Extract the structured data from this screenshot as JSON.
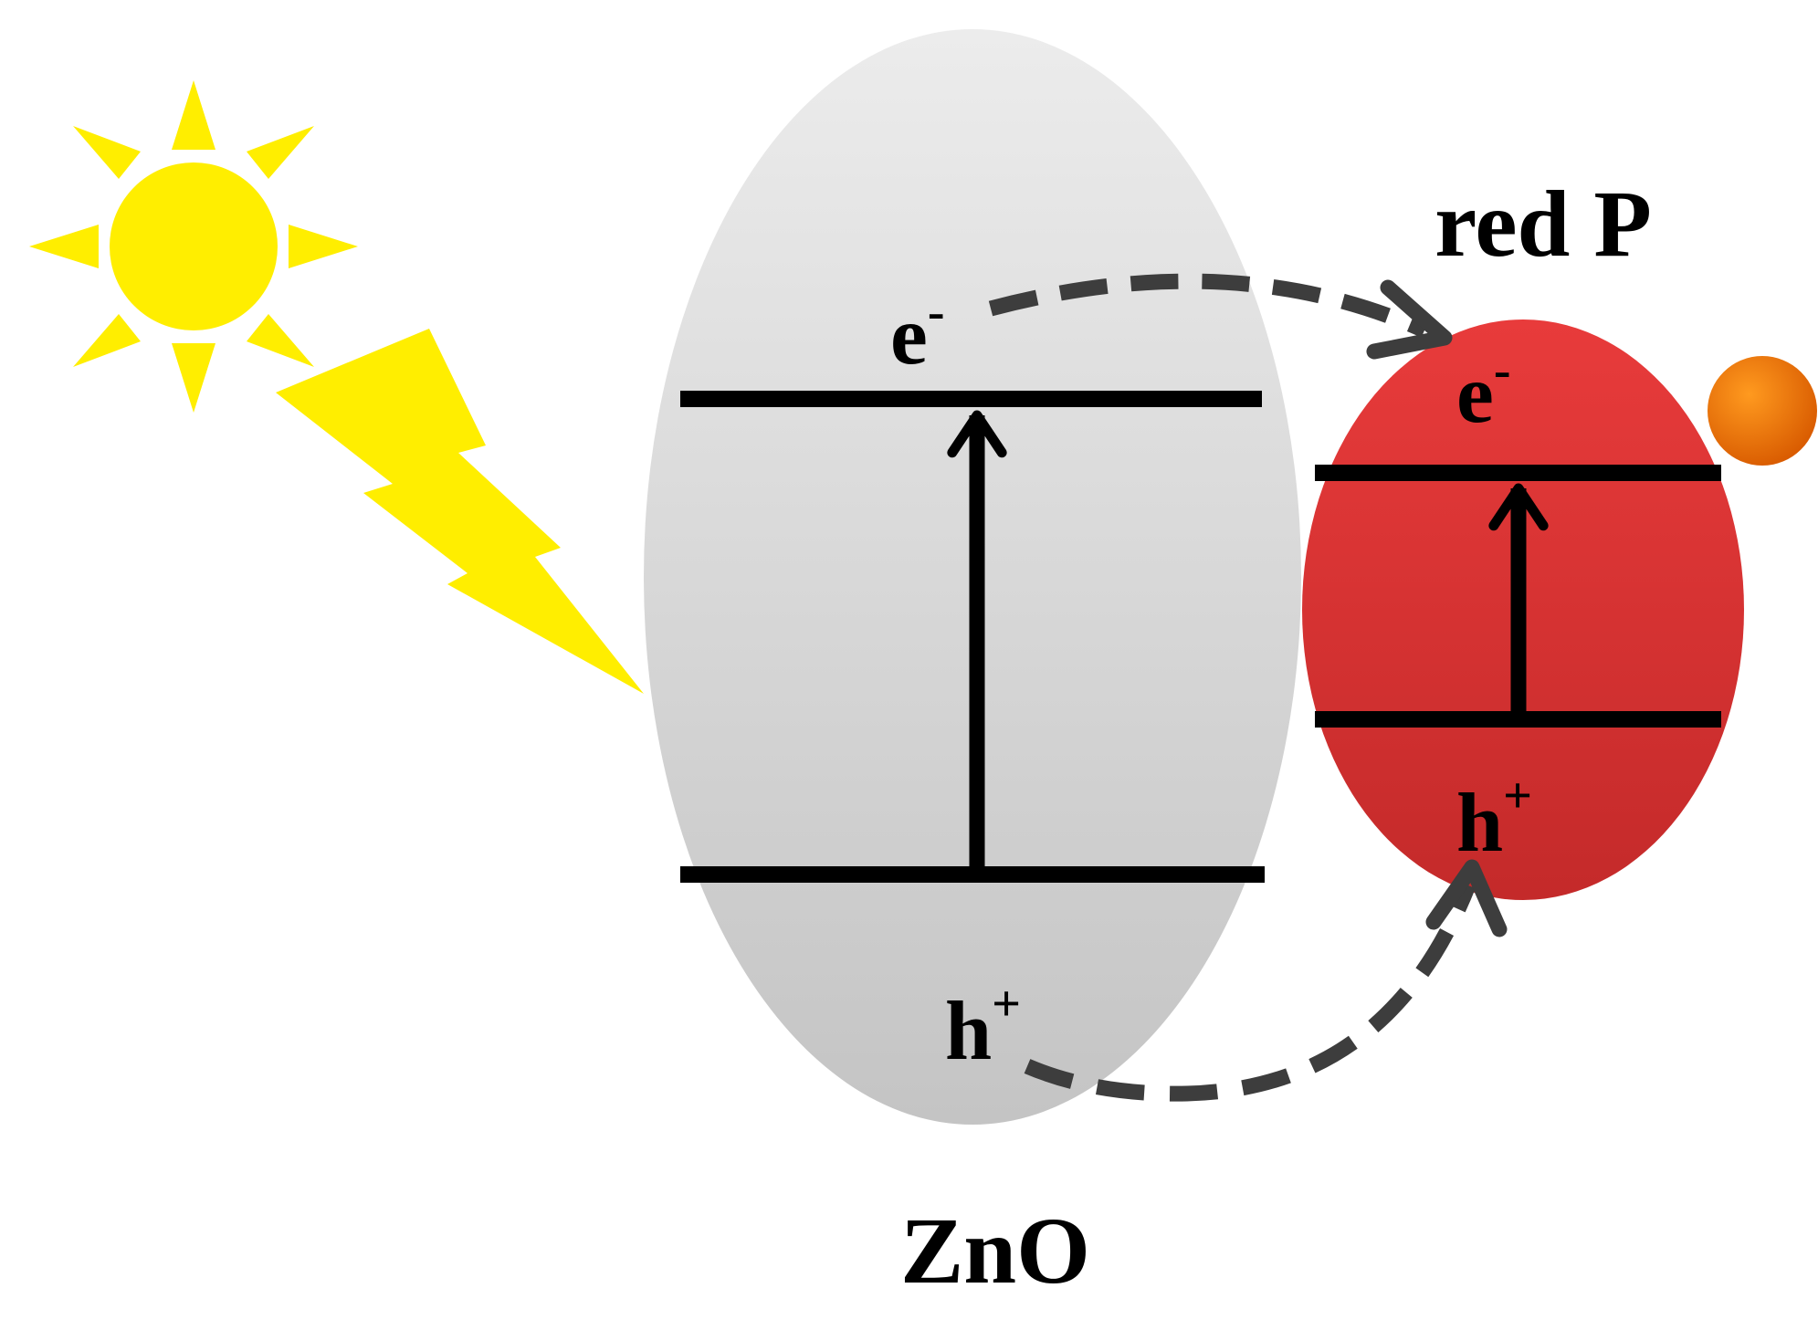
{
  "labels": {
    "zno": "ZnO",
    "red_p": "red P",
    "zno_electron_base": "e",
    "zno_electron_sup": "-",
    "zno_hole_base": "h",
    "zno_hole_sup": "+",
    "redp_electron_base": "e",
    "redp_electron_sup": "-",
    "redp_hole_base": "h",
    "redp_hole_sup": "+"
  },
  "colors": {
    "sun": "#ffee00",
    "lightning": "#ffee00",
    "zno_top": "#ececec",
    "zno_bottom": "#c4c4c4",
    "redp_top": "#e83b3b",
    "redp_bottom": "#c42a2a",
    "cocatalyst_light": "#ff9a1f",
    "cocatalyst_dark": "#d85a00",
    "band_line": "#000000",
    "transfer_arrow": "#3d3d3d"
  },
  "icons": {
    "light_source": "sun-icon",
    "irradiation": "lightning-bolt-icon",
    "cocatalyst": "orange-sphere-icon"
  }
}
